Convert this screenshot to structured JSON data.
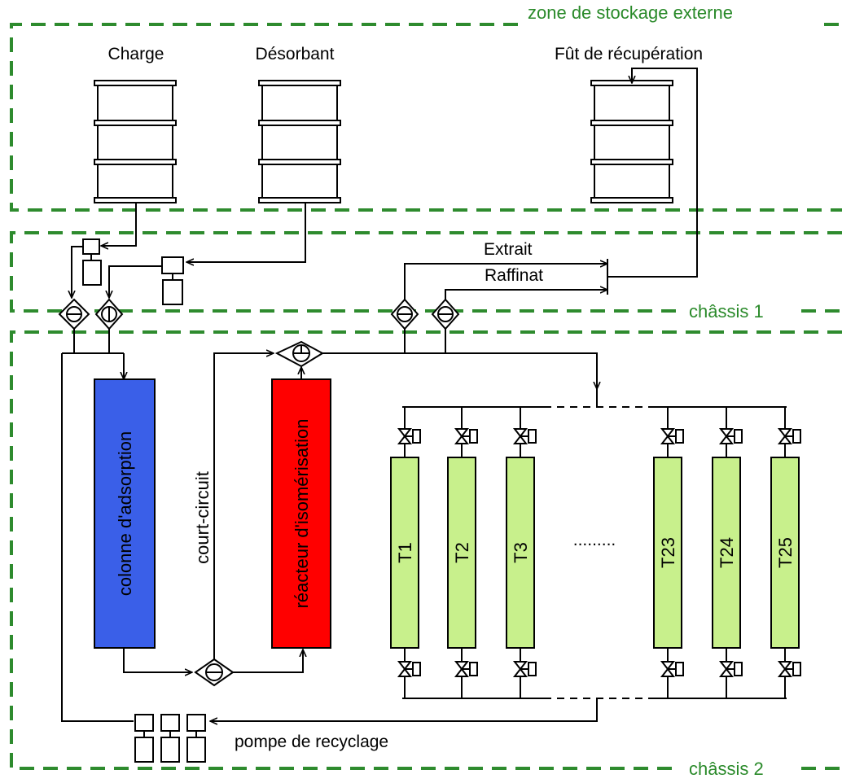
{
  "zones": {
    "external_storage": "zone de stockage externe",
    "chassis1": "châssis 1",
    "chassis2": "châssis 2"
  },
  "drums": {
    "charge": "Charge",
    "desorbant": "Désorbant",
    "recuperation": "Fût de récupération"
  },
  "streams": {
    "extrait": "Extrait",
    "raffinat": "Raffinat"
  },
  "equipment": {
    "adsorption_column": "colonne d'adsorption",
    "isomerization_reactor": "réacteur d'isomérisation",
    "bypass": "court-circuit",
    "recycle_pump": "pompe de recyclage",
    "ellipsis": "........."
  },
  "tanks": [
    "T1",
    "T2",
    "T3",
    "T23",
    "T24",
    "T25"
  ],
  "colors": {
    "zone_border": "#2e8b2e",
    "zone_text": "#2a8a2a",
    "adsorption_column": "#3a5fe8",
    "isomerization_reactor": "#ff0000",
    "tank_fill": "#c8f08c"
  }
}
